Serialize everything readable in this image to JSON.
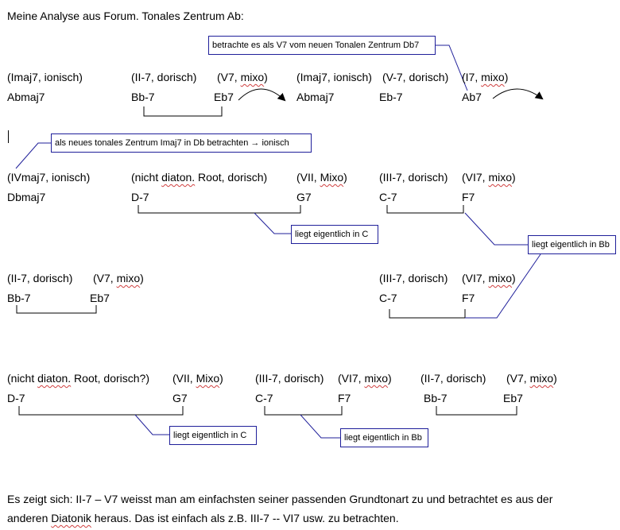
{
  "title": "Meine Analyse aus Forum. Tonales Zentrum Ab:",
  "notes": {
    "db7": "betrachte es als V7 vom neuen Tonalen Zentrum Db7",
    "imaj7_db": "als neues tonales Zentrum Imaj7 in Db betrachten → ionisch",
    "c1": "liegt eigentlich in C",
    "bb1": "liegt eigentlich in Bb",
    "c2": "liegt eigentlich in C",
    "bb2": "liegt eigentlich in Bb"
  },
  "row1": {
    "f1": "(Imaj7, ionisch)",
    "c1": "Abmaj7",
    "f2": "(II-7, dorisch)",
    "c2": "Bb-7",
    "f3": "(V7, mixo)",
    "c3": "Eb7",
    "f4": "(Imaj7, ionisch)",
    "c4": "Abmaj7",
    "f5": "(V-7, dorisch)",
    "c5": "Eb-7",
    "f6": "(I7, mixo)",
    "c6": "Ab7"
  },
  "row2": {
    "f1": "(IVmaj7, ionisch)",
    "c1": "Dbmaj7",
    "f2": "(nicht diaton. Root, dorisch)",
    "c2": "D-7",
    "f3": "(VII, Mixo)",
    "c3": "G7",
    "f4": "(III-7, dorisch)",
    "c4": "C-7",
    "f5": "(VI7, mixo)",
    "c5": "F7"
  },
  "row3": {
    "f1": "(II-7, dorisch)",
    "c1": "Bb-7",
    "f2": "(V7, mixo)",
    "c2": "Eb7",
    "f3": "(III-7, dorisch)",
    "c3": "C-7",
    "f4": "(VI7, mixo)",
    "c4": "F7"
  },
  "row4": {
    "f1": "(nicht diaton. Root, dorisch?)",
    "c1": "D-7",
    "f2": "(VII, Mixo)",
    "c2": "G7",
    "f3": "(III-7, dorisch)",
    "c3": "C-7",
    "f4": "(VI7, mixo)",
    "c4": "F7",
    "f5": "(II-7, dorisch)",
    "c5": "Bb-7",
    "f6": "(V7, mixo)",
    "c6": "Eb7"
  },
  "conclusion": {
    "line1": "Es zeigt sich: II-7 – V7 weisst man am einfachsten seiner passenden Grundtonart zu und betrachtet es aus der",
    "line2": "anderen Diatonik heraus. Das ist einfach als z.B. III-7 -- VI7 usw. zu betrachten."
  },
  "colors": {
    "callout_border": "#1f1f9a",
    "spellcheck": "#d04040"
  }
}
